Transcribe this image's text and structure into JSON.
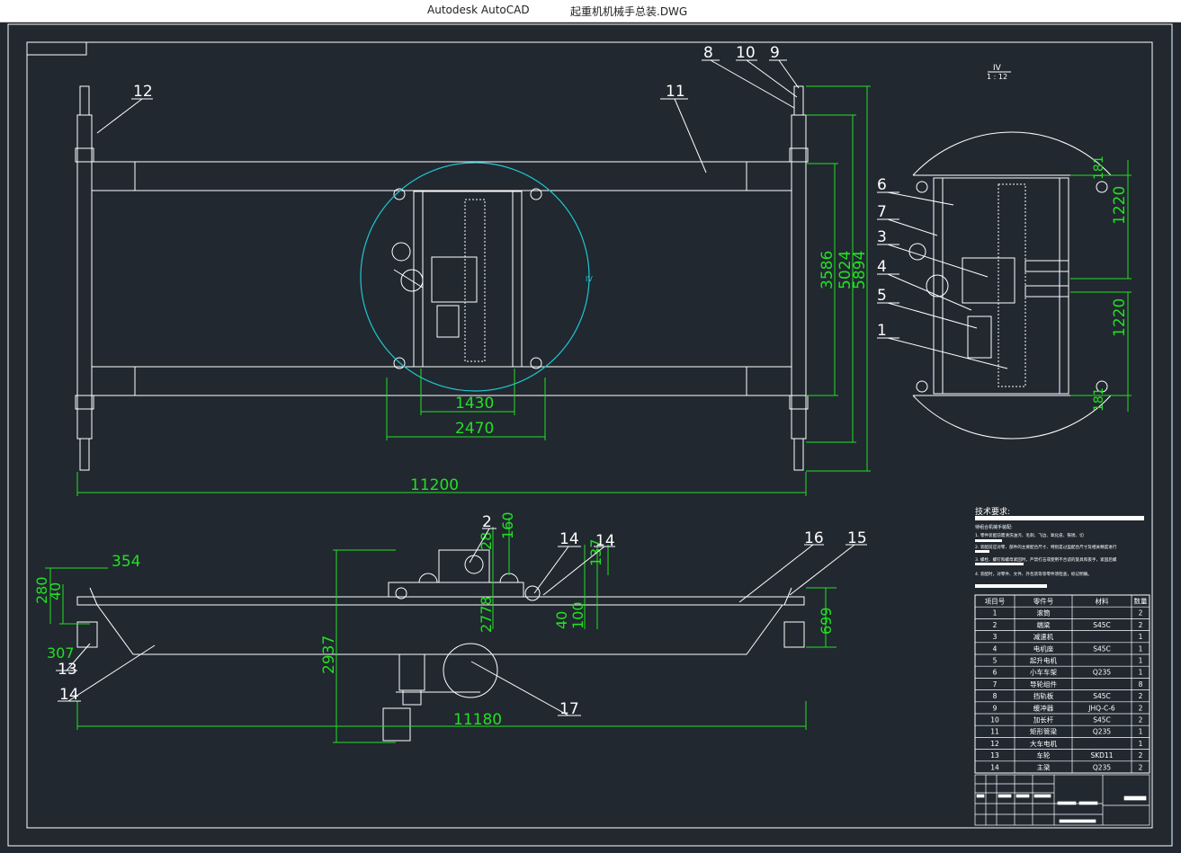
{
  "window": {
    "app_title": "Autodesk AutoCAD",
    "doc_title": "起重机机械手总装.DWG"
  },
  "drawing": {
    "dims_top": {
      "d1430": "1430",
      "d2470": "2470",
      "d11200": "11200",
      "d3586": "3586",
      "d5024": "5024",
      "d5894": "5894"
    },
    "dims_detail": {
      "d1220a": "1220",
      "d1220b": "1220",
      "d181a": "181",
      "d181b": "181"
    },
    "dims_bottom": {
      "d354": "354",
      "d280": "280",
      "d40a": "40",
      "d307": "307",
      "d2937": "2937",
      "d28": "28",
      "d160": "160",
      "d2778": "2778",
      "d137": "137",
      "d40b": "40",
      "d100": "100",
      "d699": "699",
      "d11180": "11180"
    },
    "balloons": {
      "b8": "8",
      "b10": "10",
      "b9": "9",
      "b11": "11",
      "b12": "12",
      "b6": "6",
      "b7": "7",
      "b3": "3",
      "b4": "4",
      "b5": "5",
      "b1": "1",
      "b2": "2",
      "b14a": "14",
      "b14b": "14",
      "b16": "16",
      "b15": "15",
      "b13": "13",
      "b14c": "14",
      "b17": "17"
    },
    "view_label": "IV",
    "view_label_small": "IV",
    "view_scale": "1 : 12",
    "tech_title": "技术要求:",
    "tech_lines": [
      "1. 零件装配前需清洗油污、毛刺、飞边、氧化皮、铁锈、切",
      "2. 装配前应对零、部件的主要配合尺寸、特别是过盈配合尺寸及相关精度进行",
      "3. 螺栓、螺钉和螺母紧固时，严禁打击或使用不合适的旋具和扳手，紧固后螺",
      "4. 装配时，对零件、文件、外包装等等零件须检查，标记明确。"
    ],
    "tech_intro": "待组合机械手装配:"
  },
  "bom": {
    "headers": [
      "项目号",
      "零件号",
      "材料",
      "数量"
    ],
    "rows": [
      [
        "1",
        "滚筒",
        "",
        "2"
      ],
      [
        "2",
        "端梁",
        "S45C",
        "2"
      ],
      [
        "3",
        "减速机",
        "",
        "1"
      ],
      [
        "4",
        "电机座",
        "S45C",
        "1"
      ],
      [
        "5",
        "起升电机",
        "",
        "1"
      ],
      [
        "6",
        "小车车架",
        "Q235",
        "1"
      ],
      [
        "7",
        "导轮组件",
        "",
        "8"
      ],
      [
        "8",
        "挡轨板",
        "S45C",
        "2"
      ],
      [
        "9",
        "缓冲器",
        "JHQ-C-6",
        "2"
      ],
      [
        "10",
        "加长杆",
        "S45C",
        "2"
      ],
      [
        "11",
        "矩形管梁",
        "Q235",
        "1"
      ],
      [
        "12",
        "大车电机",
        "",
        "1"
      ],
      [
        "13",
        "车轮",
        "SKD11",
        "2"
      ],
      [
        "14",
        "主梁",
        "Q235",
        "2"
      ]
    ]
  }
}
